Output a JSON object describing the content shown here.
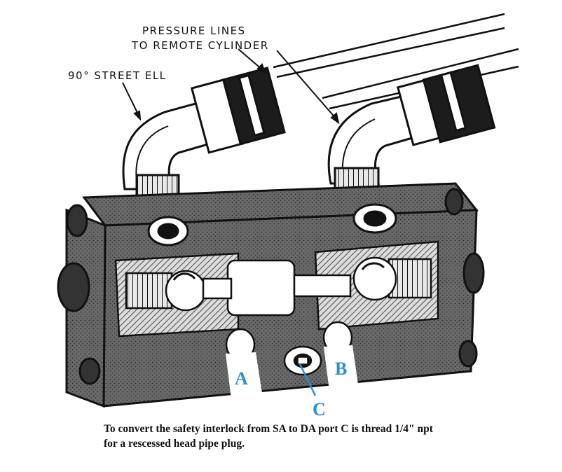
{
  "labels": {
    "pressure_lines_1": "PRESSURE LINES",
    "pressure_lines_2": "TO REMOTE CYLINDER",
    "street_ell": "90° STREET ELL"
  },
  "ports": {
    "a": "A",
    "b": "B",
    "c": "C"
  },
  "caption": {
    "line1": "To convert the safety interlock from SA to DA port C is thread 1/4\" npt",
    "line2": "for a rescessed head pipe plug."
  },
  "colors": {
    "ink": "#111111",
    "port_label": "#2b8fd0",
    "body_shade": "#5a5a5a"
  }
}
